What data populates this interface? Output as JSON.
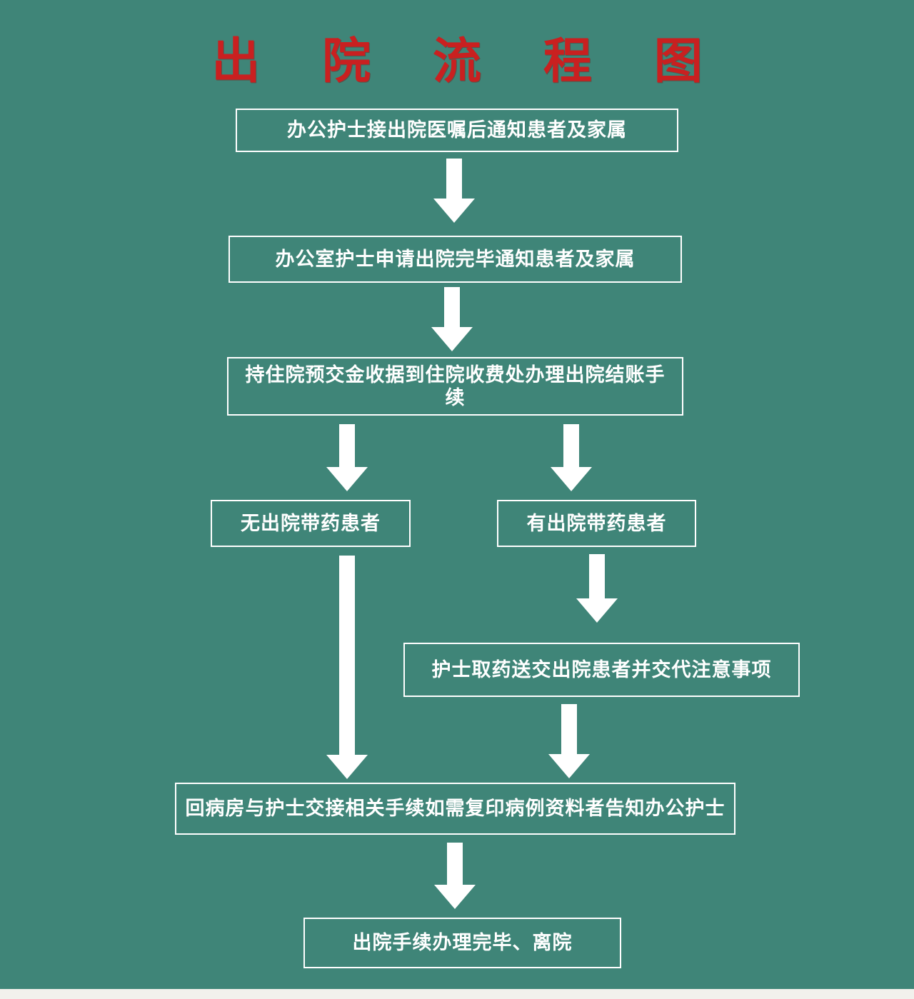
{
  "title": "出 院 流 程 图",
  "colors": {
    "background": "#3f8578",
    "title_color": "#c92020",
    "box_border": "#ffffff",
    "box_text": "#ffffff",
    "arrow": "#ffffff",
    "bottom_strip": "#f2f1ec"
  },
  "nodes": {
    "step1": {
      "label": "办公护士接出院医嘱后通知患者及家属"
    },
    "step2": {
      "label": "办公室护士申请出院完毕通知患者及家属"
    },
    "step3": {
      "label": "持住院预交金收据到住院收费处办理出院结账手续"
    },
    "no_meds": {
      "label": "无出院带药患者"
    },
    "meds": {
      "label": "有出院带药患者"
    },
    "deliver": {
      "label": "护士取药送交出院患者并交代注意事项"
    },
    "return_ward": {
      "label": "回病房与护士交接相关手续如需复印病例资料者告知办公护士"
    },
    "final": {
      "label": "出院手续办理完毕、离院"
    }
  }
}
